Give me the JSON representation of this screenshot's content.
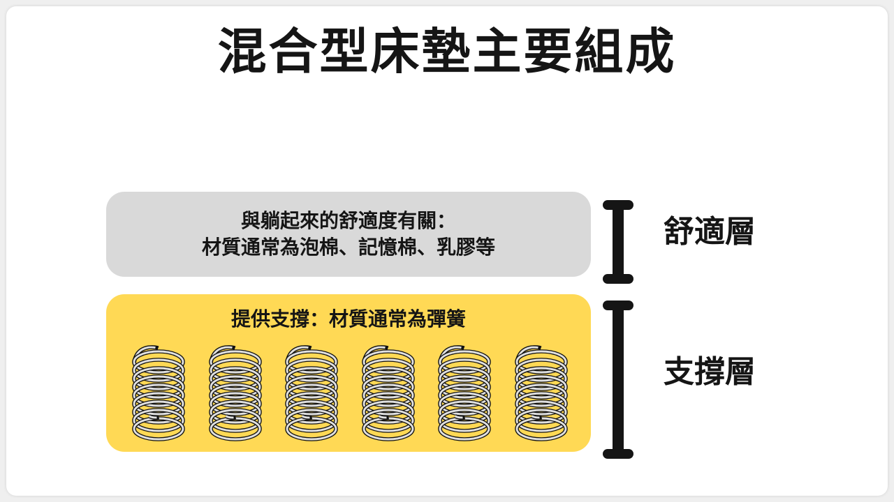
{
  "page": {
    "title": "混合型床墊主要組成"
  },
  "comfort_layer": {
    "line1": "與躺起來的舒適度有關：",
    "line2": "材質通常為泡棉、記憶棉、乳膠等",
    "label": "舒適層",
    "box_color": "#d9d9d9"
  },
  "support_layer": {
    "heading": "提供支撐：材質通常為彈簧",
    "label": "支撐層",
    "box_color": "#ffd955",
    "spring_count": 6
  },
  "colors": {
    "ink": "#151515",
    "slide_background": "#ffffff",
    "canvas_background": "#efefef",
    "spring_fill": "#e0e0e0",
    "spring_outline": "#111111"
  }
}
